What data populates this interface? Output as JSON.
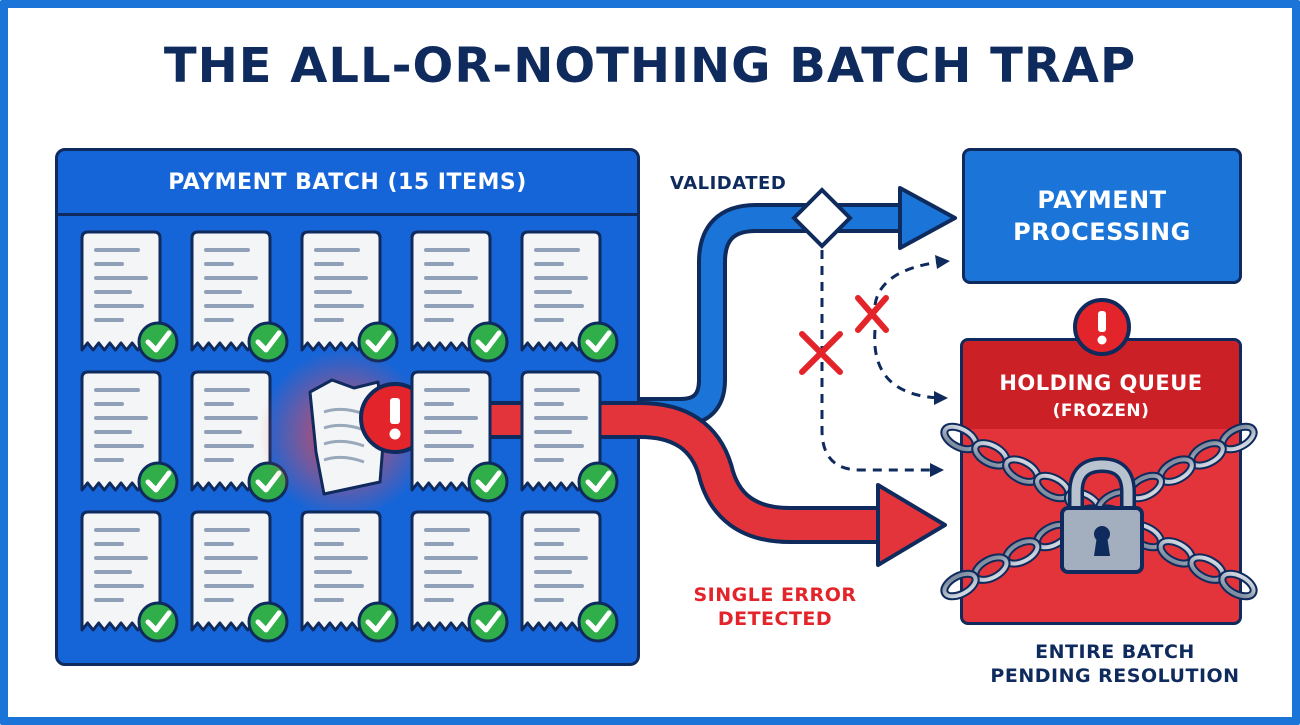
{
  "title": "THE ALL-OR-NOTHING BATCH TRAP",
  "batch": {
    "header": "PAYMENT BATCH (15 ITEMS)",
    "rows": 3,
    "columns": 5,
    "error_item": {
      "row": 2,
      "column": 3
    }
  },
  "labels": {
    "validated": "VALIDATED",
    "error_line1": "SINGLE ERROR",
    "error_line2": "DETECTED",
    "pending_line1": "ENTIRE BATCH",
    "pending_line2": "PENDING RESOLUTION"
  },
  "processing": {
    "line1": "PAYMENT",
    "line2": "PROCESSING"
  },
  "queue": {
    "title": "HOLDING QUEUE",
    "subtitle": "(FROZEN)"
  },
  "icons": [
    "receipt-icon",
    "check-icon",
    "alert-icon",
    "diamond-icon",
    "cross-icon",
    "chain-icon",
    "padlock-icon"
  ],
  "colors": {
    "primary_blue": "#1565d8",
    "navy": "#0f2a5c",
    "error_red": "#e3242b",
    "success_green": "#2fae4a",
    "receipt": "#f4f5f7"
  }
}
